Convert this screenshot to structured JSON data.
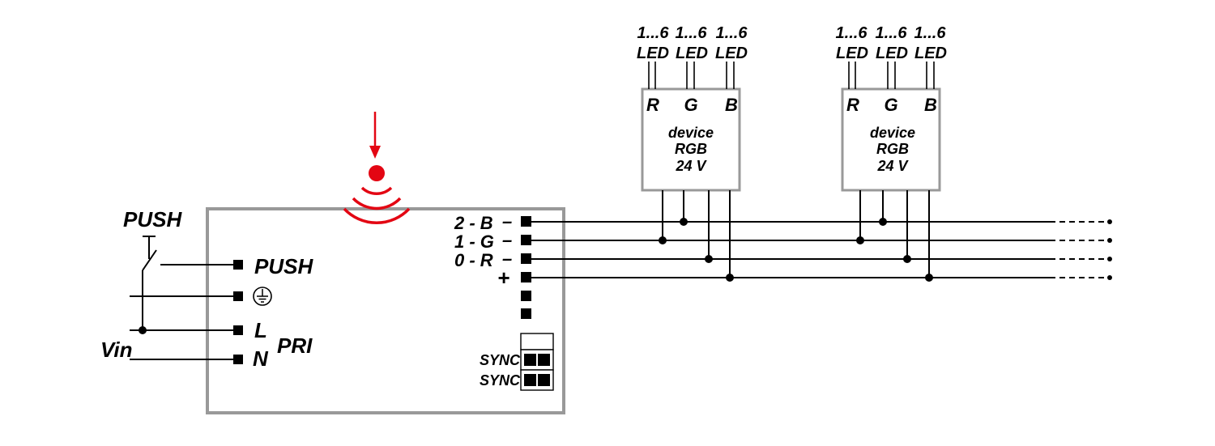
{
  "colors": {
    "box_stroke": "#999999",
    "wire": "#000000",
    "accent_red": "#e30613"
  },
  "controller": {
    "inputs": [
      {
        "label": "PUSH"
      },
      {
        "label": "",
        "icon": "earth-ground-icon"
      },
      {
        "label": "L"
      },
      {
        "label": "N"
      }
    ],
    "pri_label": "PRI",
    "outputs": [
      {
        "label": "2 - B",
        "polarity": "–"
      },
      {
        "label": "1 - G",
        "polarity": "–"
      },
      {
        "label": "0 - R",
        "polarity": "–"
      },
      {
        "label": "",
        "polarity": "+"
      }
    ],
    "sync": [
      "SYNC",
      "SYNC"
    ]
  },
  "external": {
    "push_switch_label": "PUSH",
    "vin_label": "Vin"
  },
  "devices": [
    {
      "title": [
        "device",
        "RGB",
        "24 V"
      ],
      "channels": [
        "R",
        "G",
        "B"
      ],
      "leds": [
        {
          "count": "1...6",
          "label": "LED"
        },
        {
          "count": "1...6",
          "label": "LED"
        },
        {
          "count": "1...6",
          "label": "LED"
        }
      ]
    },
    {
      "title": [
        "device",
        "RGB",
        "24 V"
      ],
      "channels": [
        "R",
        "G",
        "B"
      ],
      "leds": [
        {
          "count": "1...6",
          "label": "LED"
        },
        {
          "count": "1...6",
          "label": "LED"
        },
        {
          "count": "1...6",
          "label": "LED"
        }
      ]
    }
  ]
}
